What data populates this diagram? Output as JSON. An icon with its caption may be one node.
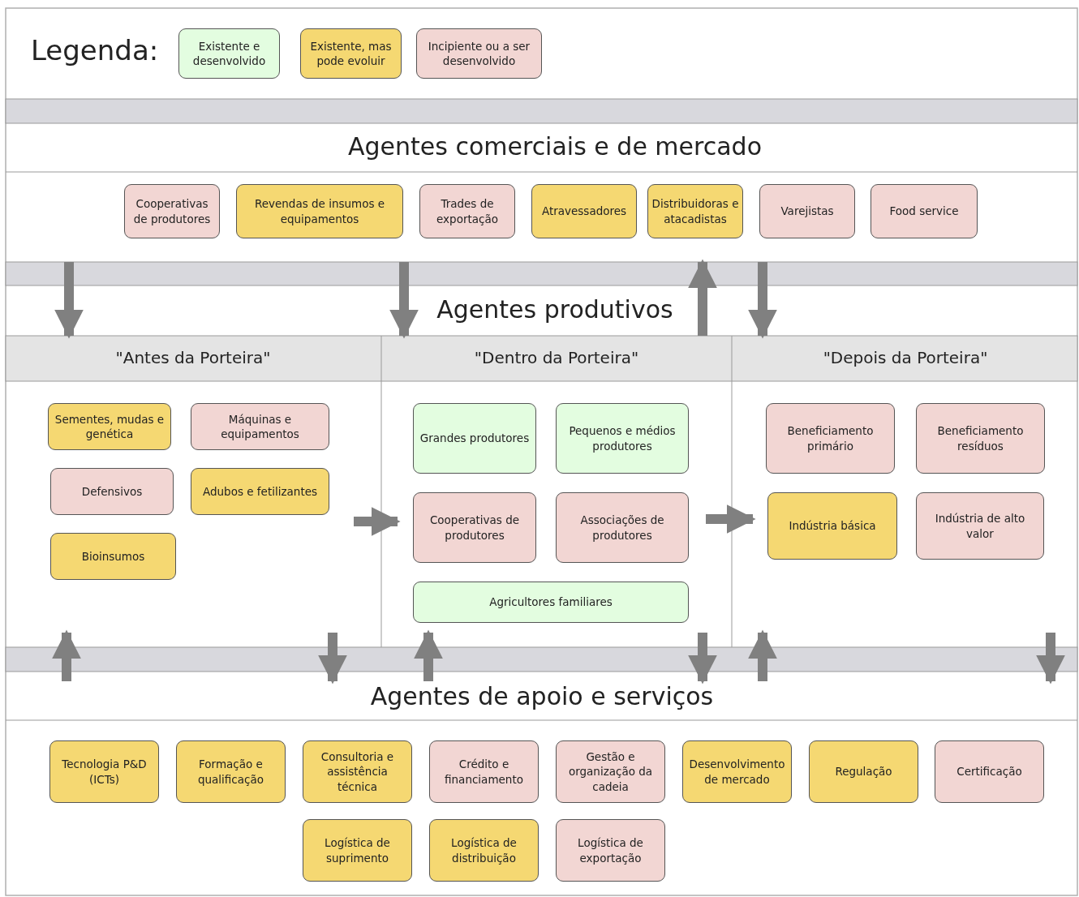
{
  "diagram": {
    "nodes": [
      {
        "text": [
          "Agentes comerciais e de mercado"
        ]
      },
      {
        "text": [
          "Cooperativas de produtores"
        ],
        "in": 0
      },
      {
        "text": [
          "Revendas de insumos e equipamentos"
        ],
        "in": 0
      },
      {
        "text": [
          "Trades de exportação"
        ],
        "in": 0
      },
      {
        "text": [
          "Atravessadores"
        ],
        "in": 0
      },
      {
        "text": [
          "Distribuidoras e atacadistas"
        ],
        "in": 0
      },
      {
        "text": [
          "Varejistas"
        ],
        "in": 0
      },
      {
        "text": [
          "Food service"
        ],
        "in": 0
      },
      {
        "text": [
          "Agentes produtivos"
        ]
      },
      {
        "text": [
          "\"Antes da Porteira\""
        ],
        "in": 8
      },
      {
        "text": [
          "Sementes, mudas e genética"
        ],
        "in": 9
      },
      {
        "text": [
          "Máquinas e equipamentos"
        ],
        "in": 9
      },
      {
        "text": [
          "Defensivos"
        ],
        "in": 9
      },
      {
        "text": [
          "Adubos e fetilizantes"
        ],
        "in": 9
      },
      {
        "text": [
          "Bioinsumos"
        ],
        "in": 9
      },
      {
        "text": [
          "\"Dentro da Porteira\""
        ],
        "in": 8
      },
      {
        "text": [
          "Grandes produtores"
        ],
        "in": 15
      },
      {
        "text": [
          "Pequenos e médios produtores"
        ],
        "in": 15
      },
      {
        "text": [
          "Cooperativas de produtores"
        ],
        "in": 15
      },
      {
        "text": [
          "Associações de produtores"
        ],
        "in": 15
      },
      {
        "text": [
          "Agricultores familiares"
        ],
        "in": 15
      },
      {
        "text": [
          "\"Depois da Porteira\""
        ],
        "in": 8
      },
      {
        "text": [
          "Beneficiamento primário"
        ],
        "in": 21
      },
      {
        "text": [
          "Beneficiamento resíduos"
        ],
        "in": 21
      },
      {
        "text": [
          "Indústria básica"
        ],
        "in": 21
      },
      {
        "text": [
          "Indústria de alto valor"
        ],
        "in": 21
      },
      {
        "text": [
          "Agentes de apoio e serviços"
        ]
      },
      {
        "text": [
          "Tecnologia P&D (ICTs)"
        ],
        "in": 26
      },
      {
        "text": [
          "Formação e qualificação"
        ],
        "in": 26
      },
      {
        "text": [
          "Consultoria e assistência técnica"
        ],
        "in": 26
      },
      {
        "text": [
          "Crédito e financiamento"
        ],
        "in": 26
      },
      {
        "text": [
          "Gestão e organização da cadeia"
        ],
        "in": 26
      },
      {
        "text": [
          "Desenvolvimento de mercado"
        ],
        "in": 26
      },
      {
        "text": [
          "Regulação"
        ],
        "in": 26
      },
      {
        "text": [
          "Certificação"
        ],
        "in": 26
      },
      {
        "text": [
          "Logística de suprimento"
        ],
        "in": 26
      },
      {
        "text": [
          "Logística de distribuição"
        ],
        "in": 26
      },
      {
        "text": [
          "Logística de exportação"
        ],
        "in": 26
      }
    ],
    "edges": [
      {
        "from": 0,
        "to": 9,
        "arrow": "to"
      },
      {
        "from": 0,
        "to": 15,
        "arrow": "to"
      },
      {
        "from": 15,
        "to": 0,
        "arrow": "to"
      },
      {
        "from": 0,
        "to": 21,
        "arrow": "to"
      },
      {
        "from": 9,
        "to": 15,
        "arrow": "to"
      },
      {
        "from": 15,
        "to": 21,
        "arrow": "to"
      },
      {
        "from": 26,
        "to": 9,
        "arrow": "to"
      },
      {
        "from": 9,
        "to": 26,
        "arrow": "to"
      },
      {
        "from": 26,
        "to": 15,
        "arrow": "to"
      },
      {
        "from": 15,
        "to": 26,
        "arrow": "to"
      },
      {
        "from": 26,
        "to": 21,
        "arrow": "to"
      },
      {
        "from": 21,
        "to": 26,
        "arrow": "to"
      }
    ],
    "labels": [
      "Legenda:"
    ],
    "legend": [
      {
        "text": "Existente e desenvolvido",
        "color": "#e3fde0"
      },
      {
        "text": "Existente, mas pode evoluir",
        "color": "#f5d872"
      },
      {
        "text": "Incipiente ou a ser desenvolvido",
        "color": "#f2d6d3"
      }
    ]
  }
}
